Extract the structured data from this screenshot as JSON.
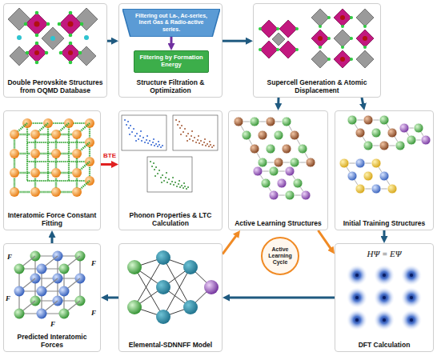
{
  "diagram": {
    "nodes": [
      {
        "text": [
          "Double Perovskite Structures from OQMD Database"
        ]
      },
      {
        "text": [
          "Structure Filtration & Optimization"
        ]
      },
      {
        "text": [
          "Filtering out La-, Ac-series, Inert Gas & Radio-active series."
        ],
        "in": 1
      },
      {
        "text": [
          "Filtering by Formation Energy"
        ],
        "in": 1
      },
      {
        "text": [
          "Supercell Generation & Atomic Displacement"
        ]
      },
      {
        "text": [
          "Interatomic Force Constant Fitting"
        ]
      },
      {
        "text": [
          "Phonon Properties & LTC Calculation"
        ]
      },
      {
        "text": [
          "Active Learning Structures"
        ]
      },
      {
        "text": [
          "Initial Training Structures"
        ]
      },
      {
        "text": [
          "Active Learning Cycle"
        ]
      },
      {
        "text": [
          "Predicted Interatomic Forces"
        ]
      },
      {
        "text": [
          "Elemental-SDNNFF Model"
        ]
      },
      {
        "text": [
          "DFT Calculation"
        ]
      }
    ],
    "edges": [
      {
        "from": 0,
        "to": 1,
        "arrow": "to"
      },
      {
        "from": 1,
        "to": 4,
        "arrow": "to"
      },
      {
        "from": 2,
        "to": 3,
        "arrow": "to"
      },
      {
        "from": 4,
        "to": 7,
        "arrow": "to"
      },
      {
        "from": 4,
        "to": 8,
        "arrow": "to"
      },
      {
        "from": 5,
        "to": 6,
        "label": "BTE",
        "arrow": "to"
      },
      {
        "from": 8,
        "to": 12,
        "arrow": "to"
      },
      {
        "from": 12,
        "to": 11,
        "arrow": "to"
      },
      {
        "from": 11,
        "to": 10,
        "arrow": "to"
      },
      {
        "from": 10,
        "to": 5,
        "arrow": "to"
      },
      {
        "from": 11,
        "to": 7,
        "arrow": "to"
      },
      {
        "from": 7,
        "to": 12,
        "arrow": "to"
      }
    ],
    "labels": [
      "HΨ = EΨ",
      "F",
      "F",
      "F",
      "F",
      "F"
    ]
  }
}
